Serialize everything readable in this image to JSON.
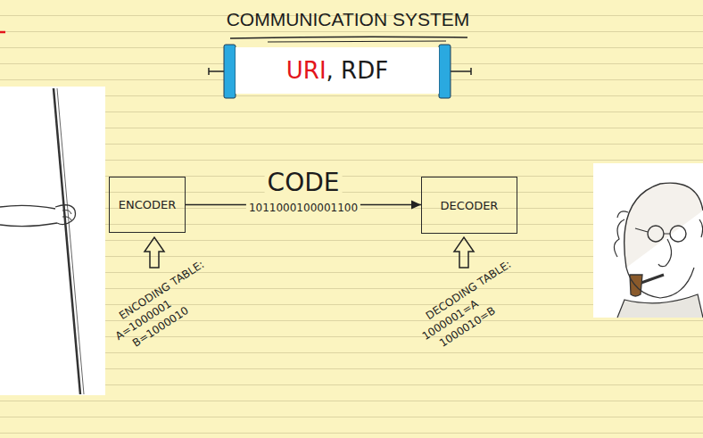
{
  "diagram": {
    "title": "COMMUNICATION SYSTEM",
    "nodes": [
      {
        "text": [
          "URI",
          ", RDF"
        ]
      },
      {
        "text": [
          "ENCODER"
        ]
      },
      {
        "text": [
          "DECODER"
        ]
      }
    ],
    "edges": [
      {
        "from": 1,
        "to": 2,
        "arrow": "to",
        "label": "CODE"
      }
    ],
    "labels": [
      "1011000100001100",
      "ENCODING TABLE:",
      "A=1000001",
      "B=1000010",
      "DECODING TABLE:",
      "1000001=A",
      "1000010=B"
    ]
  }
}
